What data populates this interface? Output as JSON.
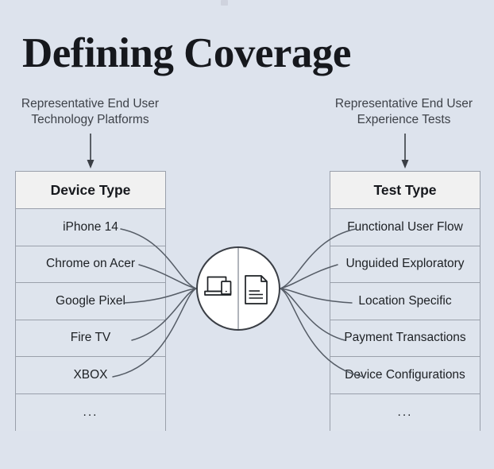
{
  "title": "Defining Coverage",
  "colors": {
    "background": "#dde3ed",
    "header_fill": "#f1f1f1",
    "row_fill": "#dee4ed",
    "border": "#9aa0ab",
    "text": "#1d2024",
    "title_text": "#16181d",
    "connector": "#555c66",
    "hub_fill": "#ffffff",
    "hub_border": "#3a3e45"
  },
  "left_column": {
    "caption_line1": "Representative End User",
    "caption_line2": "Technology Platforms",
    "arrow": "down-arrow",
    "table": {
      "header": "Device Type",
      "rows": [
        "iPhone 14",
        "Chrome on Acer",
        "Google Pixel",
        "Fire TV",
        "XBOX",
        "..."
      ]
    }
  },
  "right_column": {
    "caption_line1": "Representative End User",
    "caption_line2": "Experience Tests",
    "arrow": "down-arrow",
    "table": {
      "header": "Test Type",
      "rows": [
        "Functional User Flow",
        "Unguided Exploratory",
        "Location Specific",
        "Payment Transactions",
        "Device Configurations",
        "..."
      ]
    }
  },
  "center_hub": {
    "left_icon": "laptop-and-phone-icon",
    "right_icon": "document-icon",
    "divider": "vertical-divider"
  }
}
